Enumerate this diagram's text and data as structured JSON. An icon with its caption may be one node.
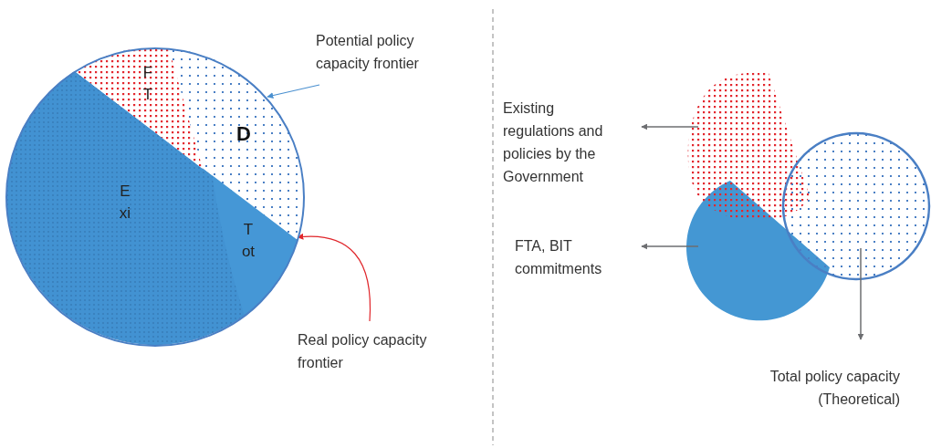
{
  "diagram": {
    "nodes": [
      {
        "text": [],
        "shape": "circle"
      },
      {
        "text": [
          "F T"
        ],
        "in": 0
      },
      {
        "text": [
          "D"
        ],
        "in": 0
      },
      {
        "text": [
          "E xi"
        ],
        "in": 0
      },
      {
        "text": [
          "T ot"
        ],
        "in": 0
      },
      {
        "text": [
          "Potential policy capacity frontier"
        ]
      },
      {
        "text": [
          "Real policy capacity frontier"
        ]
      },
      {
        "text": [],
        "shape": "circle"
      },
      {
        "text": [
          "Existing regulations and policies by the Government"
        ]
      },
      {
        "text": [],
        "shape": "circle"
      },
      {
        "text": [],
        "shape": "circle"
      },
      {
        "text": [
          "FTA, BIT commitments"
        ]
      },
      {
        "text": [
          "Total policy capacity (Theoretical)"
        ]
      }
    ],
    "edges": [
      {
        "from": 5,
        "to": 0,
        "arrow": "to",
        "color": "#4a90d0"
      },
      {
        "from": 6,
        "to": 0,
        "arrow": "to",
        "color": "#e0262b"
      },
      {
        "from": 7,
        "to": 8,
        "arrow": "to"
      },
      {
        "from": 10,
        "to": 11,
        "arrow": "to"
      },
      {
        "from": 9,
        "to": 12,
        "arrow": "to"
      }
    ]
  }
}
